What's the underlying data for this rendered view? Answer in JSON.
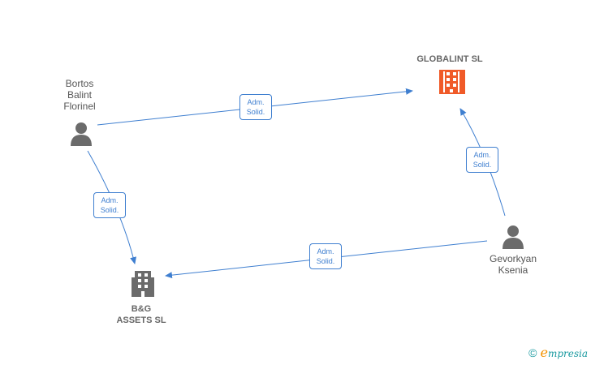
{
  "nodes": {
    "globalint": {
      "label": "GLOBALINT SL",
      "color": "#f05a28",
      "icon": "building-icon"
    },
    "bg_assets": {
      "label_line1": "B&G",
      "label_line2": "ASSETS SL",
      "color": "#6b6b6b",
      "icon": "building-icon"
    },
    "bortos": {
      "label_line1": "Bortos",
      "label_line2": "Balint",
      "label_line3": "Florinel",
      "icon": "person-icon"
    },
    "gevorkyan": {
      "label_line1": "Gevorkyan",
      "label_line2": "Ksenia",
      "icon": "person-icon"
    }
  },
  "edges": [
    {
      "from": "Bortos Balint Florinel",
      "to": "GLOBALINT SL",
      "line1": "Adm.",
      "line2": "Solid."
    },
    {
      "from": "Bortos Balint Florinel",
      "to": "B&G ASSETS SL",
      "line1": "Adm.",
      "line2": "Solid."
    },
    {
      "from": "Gevorkyan Ksenia",
      "to": "GLOBALINT SL",
      "line1": "Adm.",
      "line2": "Solid."
    },
    {
      "from": "Gevorkyan Ksenia",
      "to": "B&G ASSETS SL",
      "line1": "Adm.",
      "line2": "Solid."
    }
  ],
  "colors": {
    "edge": "#3f7fd0",
    "person": "#6b6b6b"
  },
  "watermark": {
    "copyright": "©",
    "brand_first": "e",
    "brand_rest": "mpresia"
  }
}
